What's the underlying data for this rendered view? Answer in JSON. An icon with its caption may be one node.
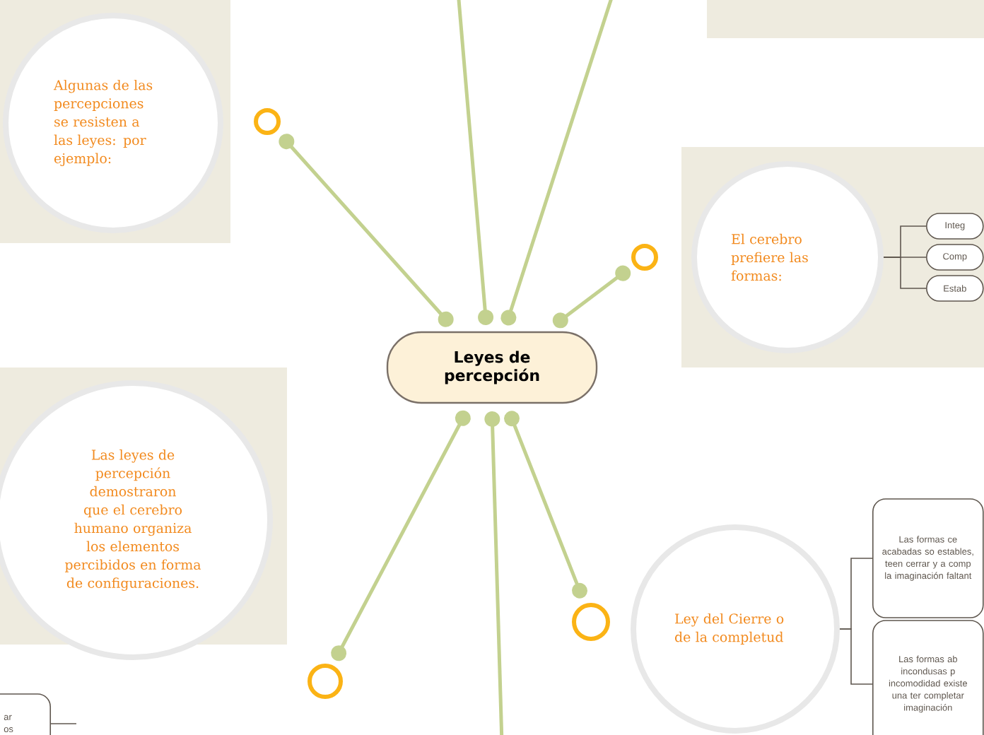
{
  "diagram": {
    "nodes": [
      {
        "text": [
          "Leyes de percepción"
        ]
      },
      {
        "text": [
          "Algunas de las percepciones se resisten a las leyes: por ejemplo:"
        ]
      },
      {
        "text": [
          "El cerebro prefiere las formas:"
        ]
      },
      {
        "text": [
          "Integ"
        ]
      },
      {
        "text": [
          "Comp"
        ]
      },
      {
        "text": [
          "Estab"
        ]
      },
      {
        "text": [
          "Las leyes de percepción demostraron que el cerebro humano organiza los elementos percibidos en forma de configuraciones."
        ]
      },
      {
        "text": [
          "Ley del Cierre o de la completud"
        ]
      },
      {
        "text": [
          "Las formas ce acabadas so estables, teen cerrar y a comp la imaginación faltant"
        ]
      },
      {
        "text": [
          "Las formas ab incondusas p incomodidad existe una ter completar imaginación"
        ]
      },
      {
        "text": [
          "ar os"
        ]
      },
      {
        "text": [],
        "shape": "circle"
      },
      {
        "text": [],
        "shape": "circle"
      },
      {
        "text": [],
        "shape": "circle"
      },
      {
        "text": [],
        "shape": "circle"
      }
    ],
    "edges": [
      {
        "from": 0,
        "to": 11,
        "arrow": "other"
      },
      {
        "from": 0,
        "to": null,
        "arrow": "other"
      },
      {
        "from": 0,
        "to": null,
        "arrow": "other"
      },
      {
        "from": 0,
        "to": 12,
        "arrow": "other"
      },
      {
        "from": 0,
        "to": 14,
        "arrow": "other"
      },
      {
        "from": 0,
        "to": null,
        "arrow": "other"
      },
      {
        "from": 0,
        "to": 13,
        "arrow": "other"
      },
      {
        "from": 2,
        "to": 3,
        "arrow": "none",
        "color": "#5f574f"
      },
      {
        "from": 2,
        "to": 4,
        "arrow": "none",
        "color": "#5f574f"
      },
      {
        "from": 2,
        "to": 5,
        "arrow": "none",
        "color": "#5f574f"
      },
      {
        "from": 7,
        "to": 8,
        "arrow": "none",
        "color": "#5f574f"
      },
      {
        "from": 7,
        "to": 9,
        "arrow": "none",
        "color": "#5f574f"
      },
      {
        "from": 10,
        "to": null,
        "arrow": "none",
        "color": "#5f574f"
      }
    ]
  }
}
